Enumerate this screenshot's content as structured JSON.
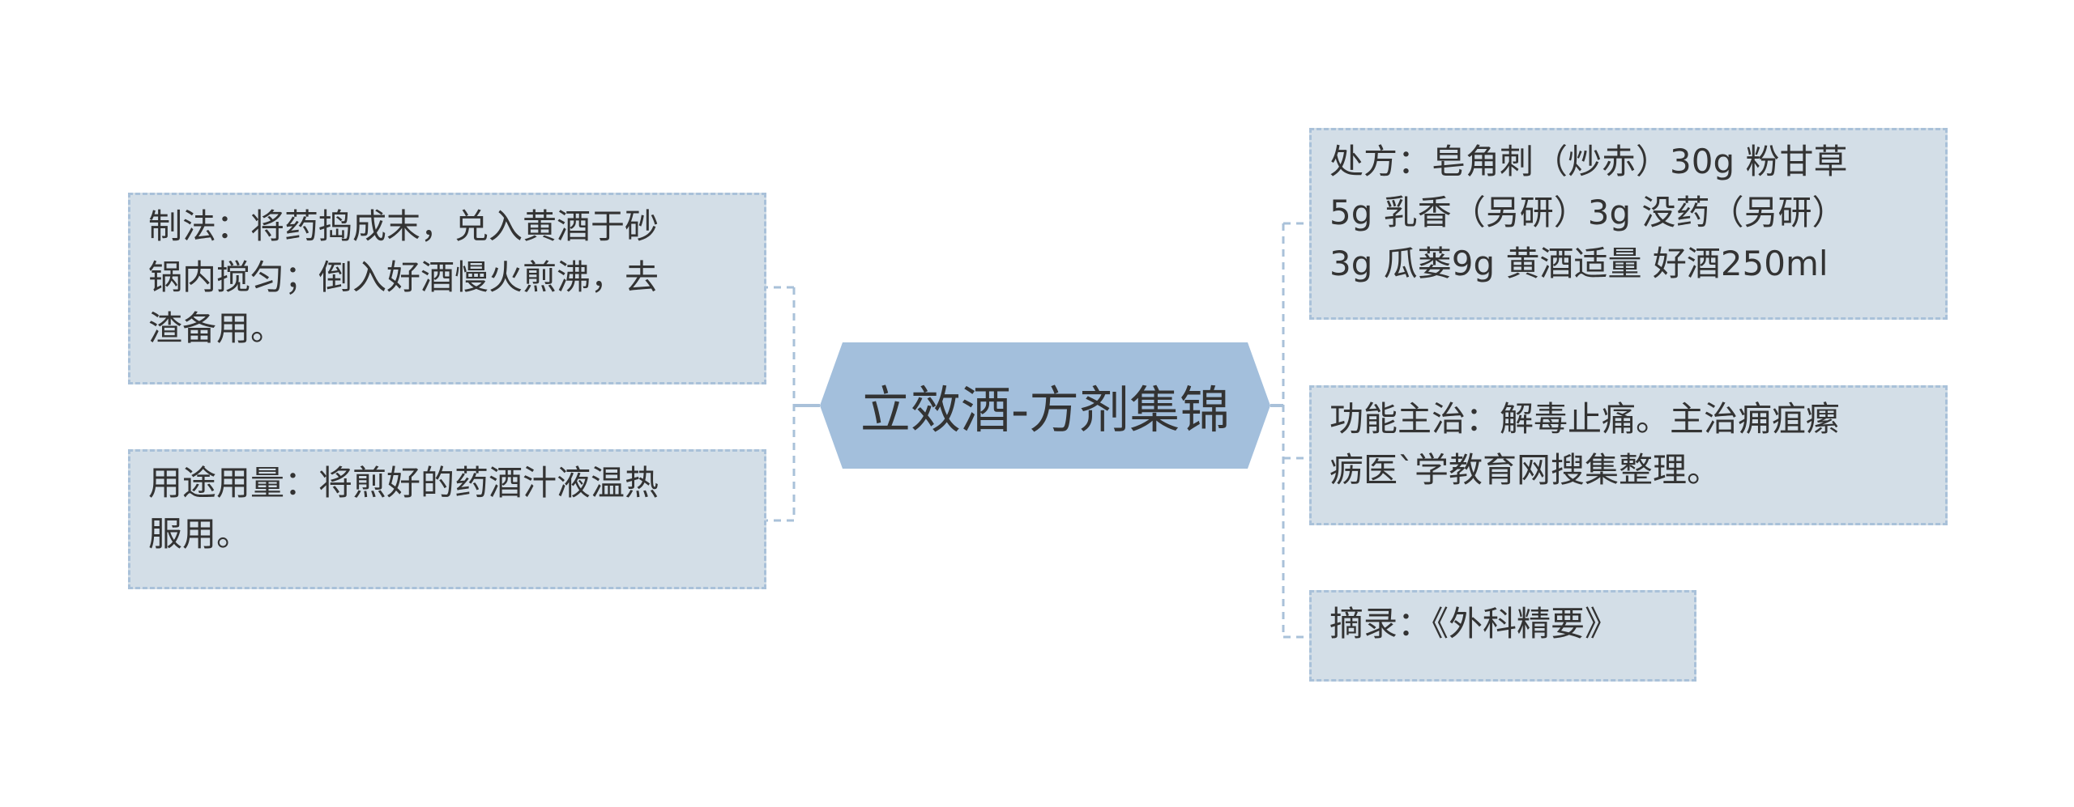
{
  "title": "立效酒-方剂集锦",
  "colors": {
    "center_fill": "#a3bfdc",
    "node_fill": "#d3dee7",
    "node_border": "#a9c1d9",
    "connector": "#a9c1d9",
    "text": "#333333"
  },
  "left_nodes": [
    {
      "lines": [
        "制法：将药捣成末，兑入黄酒于砂",
        "锅内搅匀；倒入好酒慢火煎沸，去",
        "渣备用。"
      ]
    },
    {
      "lines": [
        "用途用量：将煎好的药酒汁液温热",
        "服用。"
      ]
    }
  ],
  "right_nodes": [
    {
      "lines": [
        "处方：皂角刺（炒赤）30g 粉甘草",
        "5g 乳香（另研）3g 没药（另研）",
        "3g 瓜蒌9g 黄酒适量 好酒250ml"
      ]
    },
    {
      "lines": [
        "功能主治：解毒止痛。主治痈疽瘰",
        "疬医`学教育网搜集整理。"
      ]
    },
    {
      "lines": [
        "摘录：《外科精要》"
      ]
    }
  ]
}
